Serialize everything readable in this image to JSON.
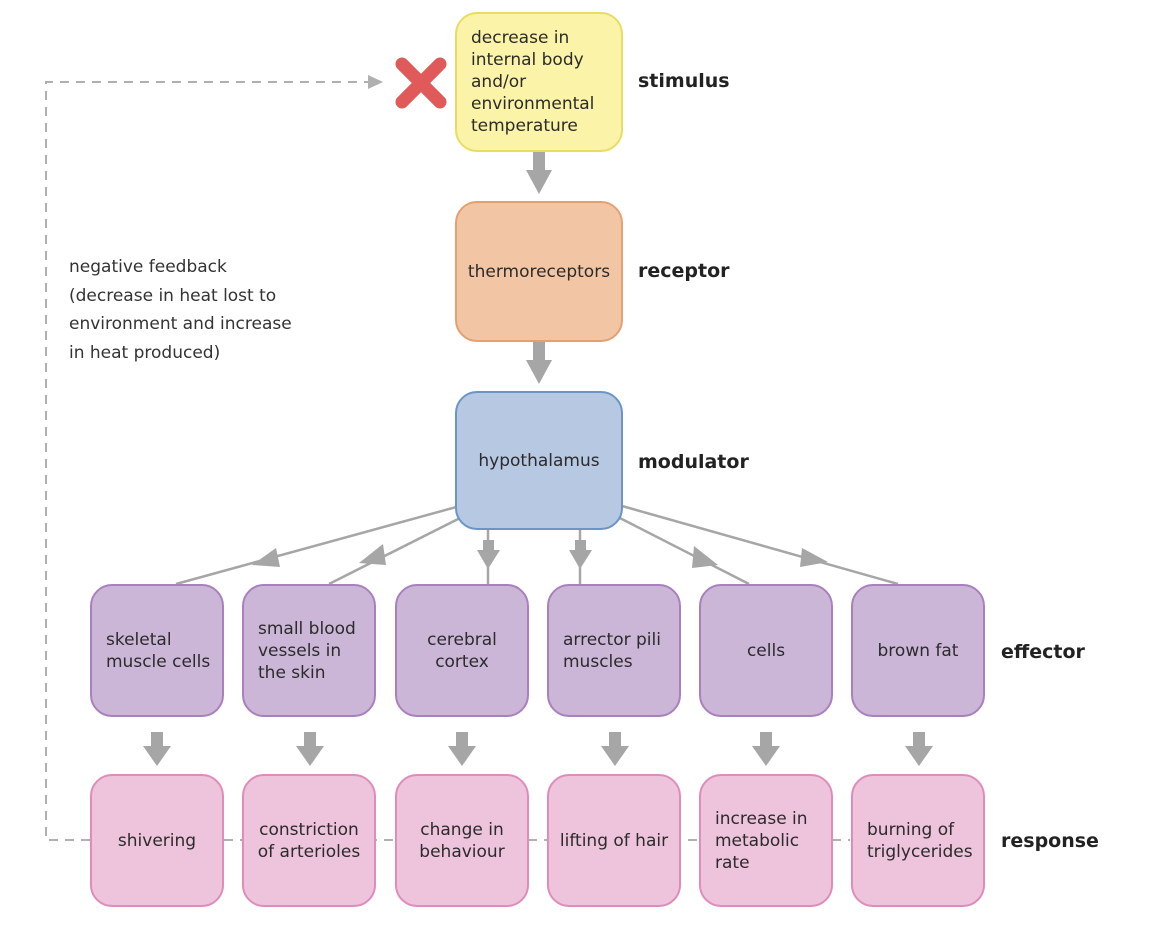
{
  "stimulus": {
    "text": "decrease in internal body and/or environmental temperature",
    "label": "stimulus"
  },
  "receptor": {
    "text": "thermoreceptors",
    "label": "receptor"
  },
  "modulator": {
    "text": "hypothalamus",
    "label": "modulator"
  },
  "effector": {
    "label": "effector",
    "items": [
      "skeletal muscle cells",
      "small blood vessels in the skin",
      "cerebral cortex",
      "arrector pili muscles",
      "cells",
      "brown fat"
    ]
  },
  "response": {
    "label": "response",
    "items": [
      "shivering",
      "constriction of arterioles",
      "change in behaviour",
      "lifting of hair",
      "increase in metabolic rate",
      "burning of triglycerides"
    ]
  },
  "feedback": {
    "text": "negative feedback (decrease in heat lost to environment and increase in heat produced)"
  },
  "colors": {
    "stimulus": "#fbf3a7",
    "receptor": "#f2c6a4",
    "modulator": "#b7c8e2",
    "effector": "#ccb6d8",
    "response": "#eec3dc",
    "arrow": "#a6a6a6",
    "cross": "#e05a5a"
  },
  "icons": {
    "block": "cross-icon",
    "arrow": "arrow-down-icon"
  }
}
